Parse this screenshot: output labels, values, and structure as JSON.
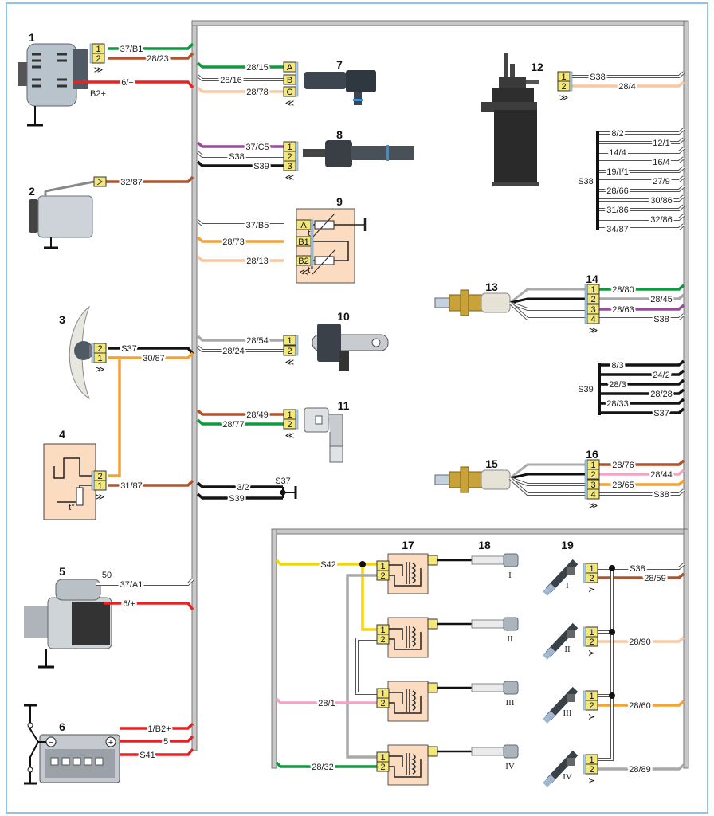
{
  "colors": {
    "green": "#109a3e",
    "brown": "#b0532a",
    "red": "#e82222",
    "peach": "#f9c8a0",
    "purple": "#9a4c9c",
    "black": "#141414",
    "orange": "#f6a233",
    "grey": "#a9a9a9",
    "pink": "#f3a4c6",
    "yellow": "#f5d600",
    "white": "#ffffff",
    "connector": "#f3e77a",
    "module": "#fbdcc0",
    "harness": "#c8c8c8",
    "frame": "#8fc3ea"
  },
  "components": {
    "c1": {
      "number": "1",
      "pins": [
        "1",
        "2"
      ],
      "mark": "≫",
      "terminal": "B2+"
    },
    "c2": {
      "number": "2"
    },
    "c3": {
      "number": "3",
      "pins": [
        "2",
        "1"
      ],
      "mark": "≫"
    },
    "c4": {
      "number": "4",
      "pins": [
        "2",
        "1"
      ],
      "mark": "≫",
      "temp": "t°"
    },
    "c5": {
      "number": "5",
      "terminal": "50"
    },
    "c6": {
      "number": "6"
    },
    "c7": {
      "number": "7",
      "pins": [
        "A",
        "B",
        "C"
      ],
      "mark": "≪"
    },
    "c8": {
      "number": "8",
      "pins": [
        "1",
        "2",
        "3"
      ],
      "mark": "≪"
    },
    "c9": {
      "number": "9",
      "pins": [
        "A",
        "B1",
        "B2"
      ],
      "mark": "≪",
      "temp": "t°"
    },
    "c10": {
      "number": "10",
      "pins": [
        "1",
        "2"
      ],
      "mark": "≪"
    },
    "c11": {
      "number": "11",
      "pins": [
        "1",
        "2"
      ],
      "mark": "≪"
    },
    "c12": {
      "number": "12",
      "pins": [
        "1",
        "2"
      ],
      "mark": "≫"
    },
    "c13": {
      "number": "13"
    },
    "c14": {
      "number": "14",
      "pins": [
        "1",
        "2",
        "3",
        "4"
      ],
      "mark": "≫"
    },
    "c15": {
      "number": "15"
    },
    "c16": {
      "number": "16",
      "pins": [
        "1",
        "2",
        "3",
        "4"
      ],
      "mark": "≫"
    },
    "c17": {
      "number": "17",
      "pins": [
        "1",
        "2"
      ]
    },
    "c18": {
      "number": "18",
      "cylinders": [
        "I",
        "II",
        "III",
        "IV"
      ]
    },
    "c19": {
      "number": "19",
      "pins": [
        "1",
        "2"
      ],
      "mark": "≻",
      "cylinders": [
        "I",
        "II",
        "III",
        "IV"
      ]
    }
  },
  "splices": {
    "s38": "S38",
    "s39": "S39",
    "s37": "S37"
  },
  "wires": [
    {
      "label": "37/B1",
      "color": "green"
    },
    {
      "label": "28/23",
      "color": "brown"
    },
    {
      "label": "6/+",
      "color": "red"
    },
    {
      "label": "32/87",
      "color": "brown"
    },
    {
      "label": "S37",
      "color": "black"
    },
    {
      "label": "30/87",
      "color": "orange"
    },
    {
      "label": "",
      "color": "orange"
    },
    {
      "label": "31/87",
      "color": "brown"
    },
    {
      "label": "37/A1",
      "color": "white"
    },
    {
      "label": "6/+",
      "color": "red"
    },
    {
      "label": "1/B2+",
      "color": "red"
    },
    {
      "label": "5",
      "color": "red"
    },
    {
      "label": "S41",
      "color": "red"
    },
    {
      "label": "28/15",
      "color": "green"
    },
    {
      "label": "28/16",
      "color": "white"
    },
    {
      "label": "28/78",
      "color": "peach"
    },
    {
      "label": "37/C5",
      "color": "purple"
    },
    {
      "label": "S38",
      "color": "white"
    },
    {
      "label": "S39",
      "color": "black"
    },
    {
      "label": "37/B5",
      "color": "white"
    },
    {
      "label": "28/73",
      "color": "orange"
    },
    {
      "label": "28/13",
      "color": "peach"
    },
    {
      "label": "28/54",
      "color": "grey"
    },
    {
      "label": "28/24",
      "color": "white"
    },
    {
      "label": "28/49",
      "color": "brown"
    },
    {
      "label": "28/77",
      "color": "green"
    },
    {
      "label": "3/2",
      "color": "black"
    },
    {
      "label": "S39",
      "color": "black"
    },
    {
      "label": "S38",
      "color": "white"
    },
    {
      "label": "28/4",
      "color": "peach"
    },
    {
      "label": "8/2",
      "color": "white"
    },
    {
      "label": "12/1",
      "color": "white"
    },
    {
      "label": "14/4",
      "color": "white"
    },
    {
      "label": "16/4",
      "color": "white"
    },
    {
      "label": "19/I/1",
      "color": "white"
    },
    {
      "label": "27/9",
      "color": "white"
    },
    {
      "label": "28/66",
      "color": "white"
    },
    {
      "label": "30/86",
      "color": "white"
    },
    {
      "label": "31/86",
      "color": "white"
    },
    {
      "label": "32/86",
      "color": "white"
    },
    {
      "label": "34/87",
      "color": "white"
    },
    {
      "label": "28/80",
      "color": "green"
    },
    {
      "label": "28/45",
      "color": "grey"
    },
    {
      "label": "28/63",
      "color": "purple"
    },
    {
      "label": "S38",
      "color": "white"
    },
    {
      "label": "8/3",
      "color": "black"
    },
    {
      "label": "24/2",
      "color": "black"
    },
    {
      "label": "28/3",
      "color": "black"
    },
    {
      "label": "28/28",
      "color": "black"
    },
    {
      "label": "28/33",
      "color": "black"
    },
    {
      "label": "S37",
      "color": "black"
    },
    {
      "label": "28/76",
      "color": "brown"
    },
    {
      "label": "28/44",
      "color": "pink"
    },
    {
      "label": "28/65",
      "color": "orange"
    },
    {
      "label": "S38",
      "color": "white"
    },
    {
      "label": "S42",
      "color": "yellow"
    },
    {
      "label": "",
      "color": "yellow"
    },
    {
      "label": "",
      "color": "grey"
    },
    {
      "label": "",
      "color": "white"
    },
    {
      "label": "28/1",
      "color": "pink"
    },
    {
      "label": "28/32",
      "color": "green"
    },
    {
      "label": "S38",
      "color": "white"
    },
    {
      "label": "28/59",
      "color": "brown"
    },
    {
      "label": "28/90",
      "color": "peach"
    },
    {
      "label": "28/60",
      "color": "orange"
    },
    {
      "label": "28/89",
      "color": "grey"
    },
    {
      "label": "",
      "color": "white"
    }
  ]
}
